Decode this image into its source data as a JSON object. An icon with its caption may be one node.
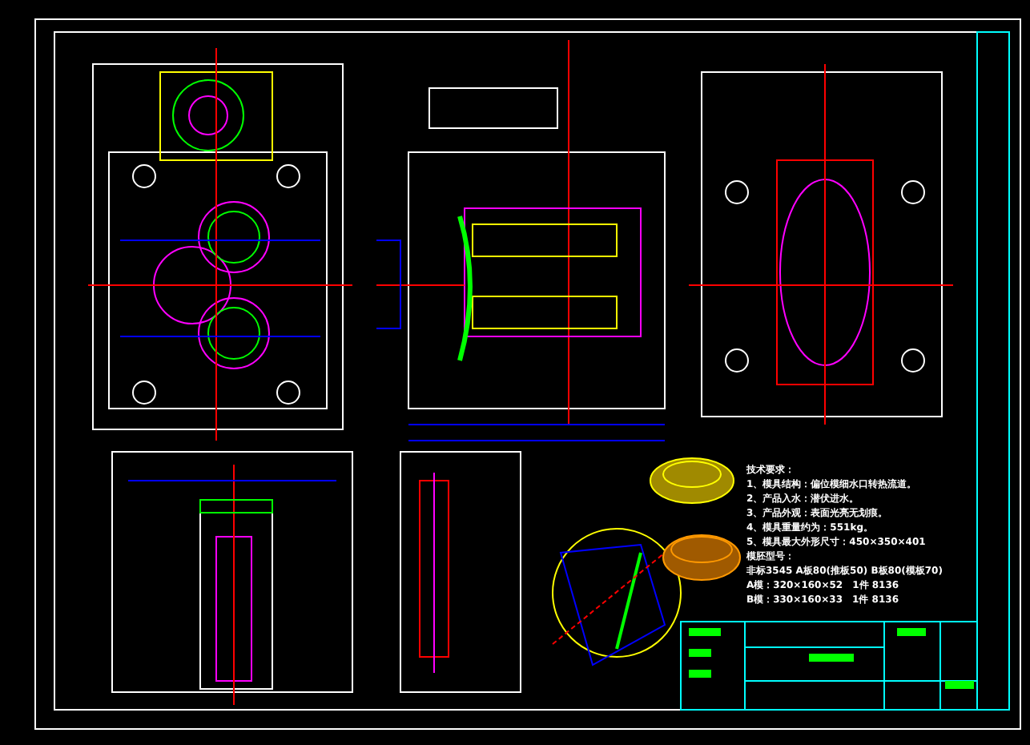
{
  "diagram": {
    "labels": [
      "技术要求：",
      "1、模具结构：偏位模细水口转热流道。",
      "2、产品入水：潜伏进水。",
      "3、产品外观：表面光亮无划痕。",
      "4、模具重量约为：551kg。",
      "5、模具最大外形尺寸：450×350×401",
      "模胚型号：",
      "非标3545 A板80(推板50) B板80(模板70)",
      "A模：320×160×52　1件 8136",
      "B模：330×160×33　1件 8136"
    ]
  }
}
